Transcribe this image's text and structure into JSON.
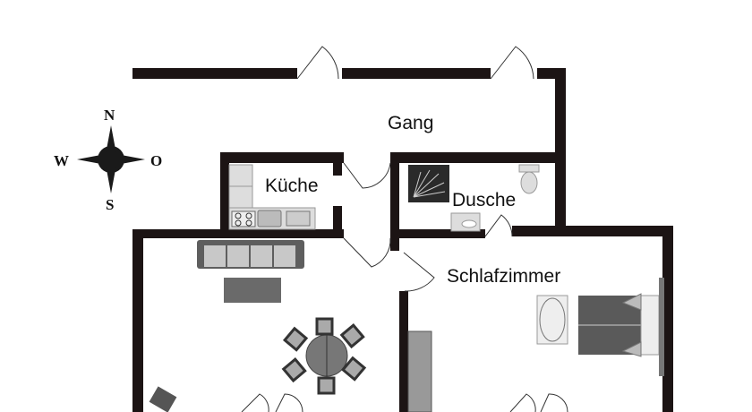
{
  "rooms": {
    "gang": "Gang",
    "kueche": "Küche",
    "dusche": "Dusche",
    "schlafzimmer": "Schlafzimmer"
  },
  "compass": {
    "north": "N",
    "south": "S",
    "west": "W",
    "east": "O"
  },
  "colors": {
    "wall": "#1c1414",
    "furniture_dark": "#5e5e5e",
    "furniture_light": "#c8c8c8"
  }
}
